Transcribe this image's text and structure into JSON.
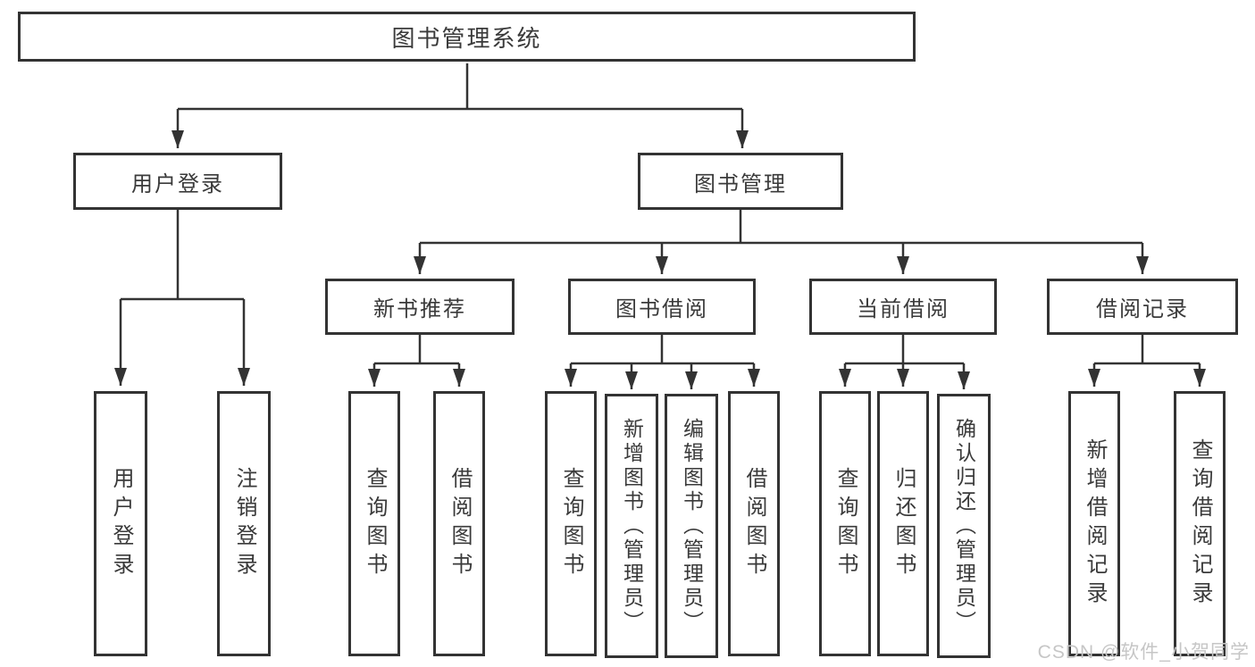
{
  "diagram_type": "tree",
  "nodes": {
    "root": "图书管理系统",
    "user_login": "用户登录",
    "book_mgmt": "图书管理",
    "new_book_rec": "新书推荐",
    "book_borrow": "图书借阅",
    "current_borrow": "当前借阅",
    "borrow_records": "借阅记录",
    "leaf_login": "用户登录",
    "leaf_logout": "注销登录",
    "leaf_query_book_rec": "查询图书",
    "leaf_borrow_book_rec": "借阅图书",
    "leaf_query_book_bb": "查询图书",
    "leaf_add_book_admin": "新增图书（管理员）",
    "leaf_edit_book_admin": "编辑图书（管理员）",
    "leaf_borrow_book_bb": "借阅图书",
    "leaf_query_book_cb": "查询图书",
    "leaf_return_book": "归还图书",
    "leaf_confirm_return_admin": "确认归还（管理员）",
    "leaf_add_record": "新增借阅记录",
    "leaf_query_record": "查询借阅记录"
  },
  "edges": [
    [
      "root",
      "user_login"
    ],
    [
      "root",
      "book_mgmt"
    ],
    [
      "user_login",
      "leaf_login"
    ],
    [
      "user_login",
      "leaf_logout"
    ],
    [
      "book_mgmt",
      "new_book_rec"
    ],
    [
      "book_mgmt",
      "book_borrow"
    ],
    [
      "book_mgmt",
      "current_borrow"
    ],
    [
      "book_mgmt",
      "borrow_records"
    ],
    [
      "new_book_rec",
      "leaf_query_book_rec"
    ],
    [
      "new_book_rec",
      "leaf_borrow_book_rec"
    ],
    [
      "book_borrow",
      "leaf_query_book_bb"
    ],
    [
      "book_borrow",
      "leaf_add_book_admin"
    ],
    [
      "book_borrow",
      "leaf_edit_book_admin"
    ],
    [
      "book_borrow",
      "leaf_borrow_book_bb"
    ],
    [
      "current_borrow",
      "leaf_query_book_cb"
    ],
    [
      "current_borrow",
      "leaf_return_book"
    ],
    [
      "current_borrow",
      "leaf_confirm_return_admin"
    ],
    [
      "borrow_records",
      "leaf_add_record"
    ],
    [
      "borrow_records",
      "leaf_query_record"
    ]
  ],
  "watermark": "CSDN @软件_小贺同学",
  "colors": {
    "line": "#333333",
    "border": "#333333",
    "text": "#3a3a3a",
    "watermark": "#c6c6c6",
    "background": "#ffffff"
  }
}
